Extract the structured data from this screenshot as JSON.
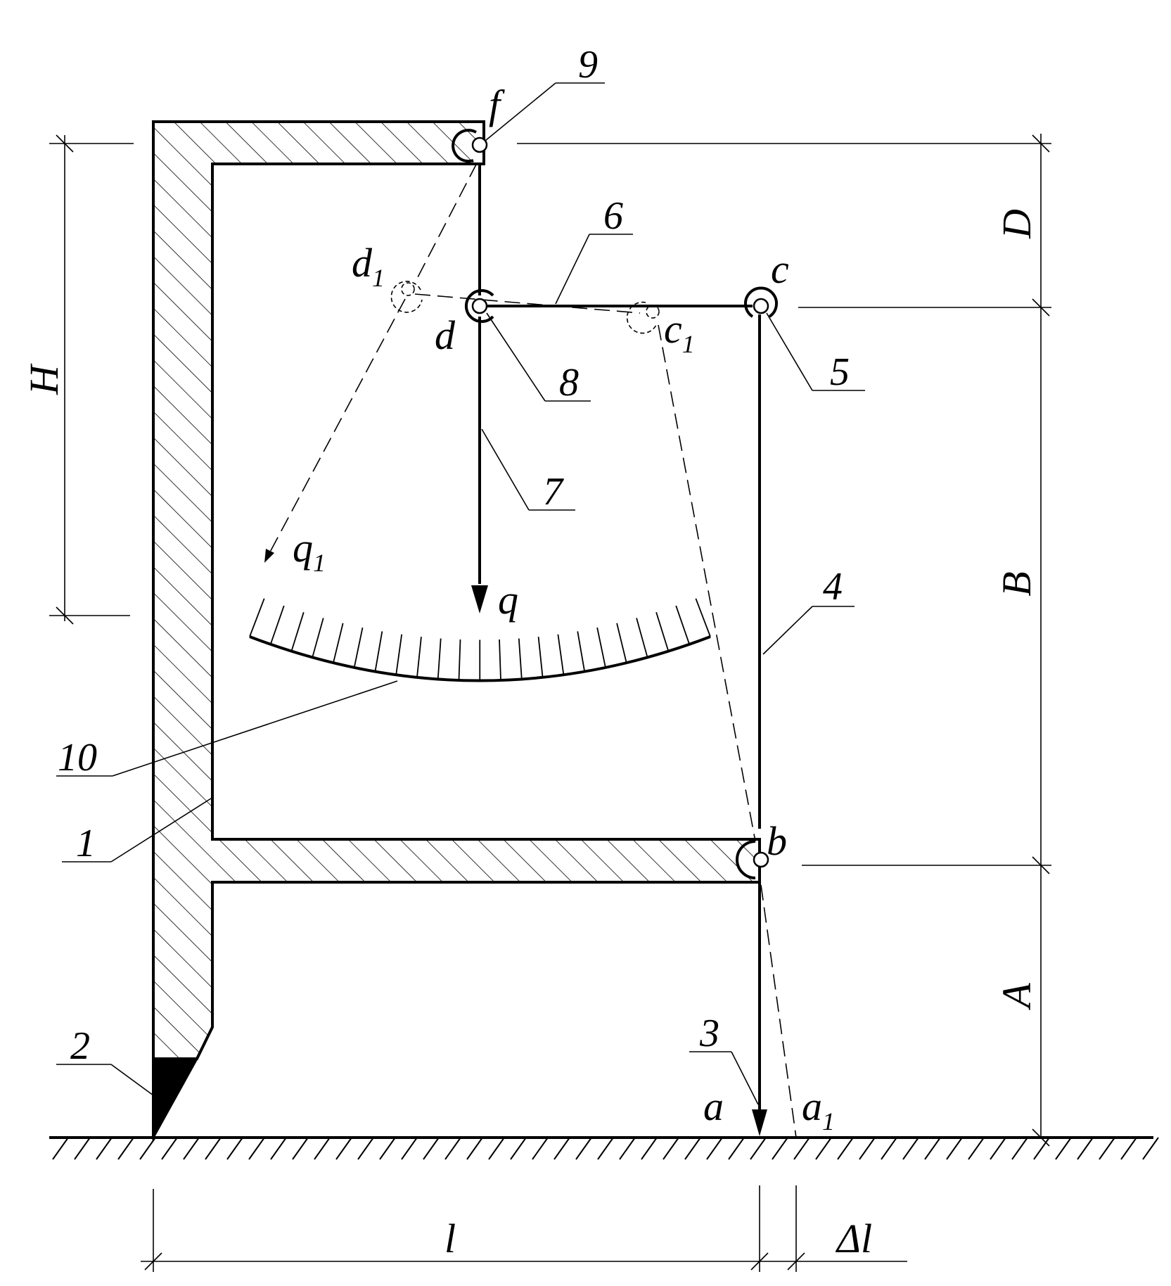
{
  "points": {
    "f": "f",
    "d1": {
      "base": "d",
      "sub": "1"
    },
    "d": "d",
    "c": "c",
    "c1": {
      "base": "c",
      "sub": "1"
    },
    "b": "b",
    "a": "a",
    "a1": {
      "base": "a",
      "sub": "1"
    }
  },
  "forces": {
    "q": "q",
    "q1": {
      "base": "q",
      "sub": "1"
    }
  },
  "dimensions": {
    "H": "H",
    "D": "D",
    "B": "B",
    "A": "A",
    "l": "l",
    "delta_l": "Δl"
  },
  "callouts": [
    "1",
    "2",
    "3",
    "4",
    "5",
    "6",
    "7",
    "8",
    "9",
    "10"
  ]
}
